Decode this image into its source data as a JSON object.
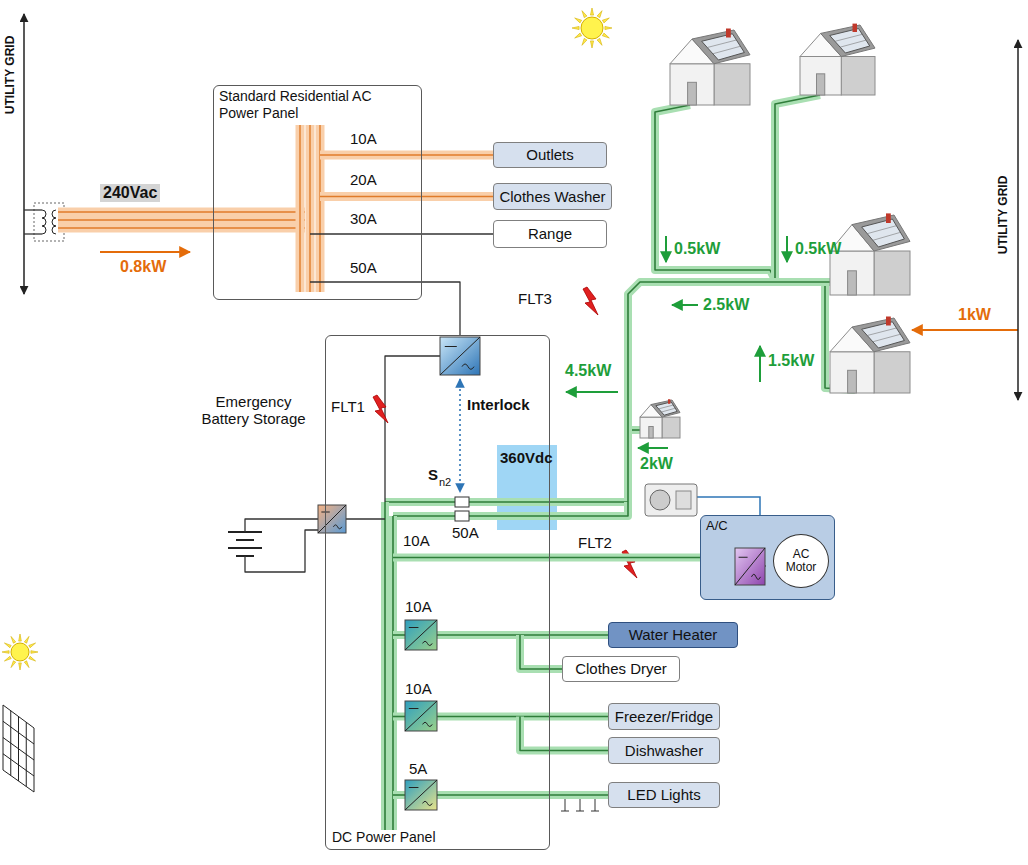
{
  "diagram": {
    "nodes": [
      {
        "text": [
          "Standard Residential AC Power Panel"
        ]
      },
      {
        "text": [
          "Outlets"
        ]
      },
      {
        "text": [
          "Clothes Washer"
        ]
      },
      {
        "text": [
          "Range"
        ]
      },
      {
        "text": [
          "DC Power Panel"
        ]
      },
      {
        "text": [
          "A/C"
        ]
      },
      {
        "text": [
          "AC Motor"
        ],
        "in": 5
      },
      {
        "text": [
          "Water Heater"
        ]
      },
      {
        "text": [
          "Clothes Dryer"
        ]
      },
      {
        "text": [
          "Freezer/Fridge"
        ]
      },
      {
        "text": [
          "Dishwasher"
        ]
      },
      {
        "text": [
          "LED Lights"
        ]
      }
    ],
    "edges": [
      {
        "from": 0,
        "to": 1,
        "arrow": "none"
      },
      {
        "from": 0,
        "to": 2,
        "arrow": "none"
      },
      {
        "from": 0,
        "to": 3,
        "arrow": "none"
      },
      {
        "from": 0,
        "to": 4,
        "arrow": "none"
      },
      {
        "from": 4,
        "to": 5,
        "arrow": "none"
      },
      {
        "from": 4,
        "to": 7,
        "arrow": "none"
      },
      {
        "from": 4,
        "to": 8,
        "arrow": "none"
      },
      {
        "from": 4,
        "to": 9,
        "arrow": "none"
      },
      {
        "from": 4,
        "to": 10,
        "arrow": "none"
      },
      {
        "from": 4,
        "to": 11,
        "arrow": "none"
      }
    ],
    "labels": [
      "UTILITY GRID",
      "240Vac",
      "0.8kW",
      "10A",
      "20A",
      "30A",
      "50A",
      "Emergency Battery Storage",
      "FLT1",
      "Interlock",
      "S",
      "n2",
      "360Vdc",
      "50A",
      "10A",
      "FLT2",
      "10A",
      "10A",
      "5A",
      "FLT3",
      "4.5kW",
      "2kW",
      "0.5kW",
      "0.5kW",
      "2.5kW",
      "1.5kW",
      "1kW",
      "UTILITY GRID"
    ]
  }
}
